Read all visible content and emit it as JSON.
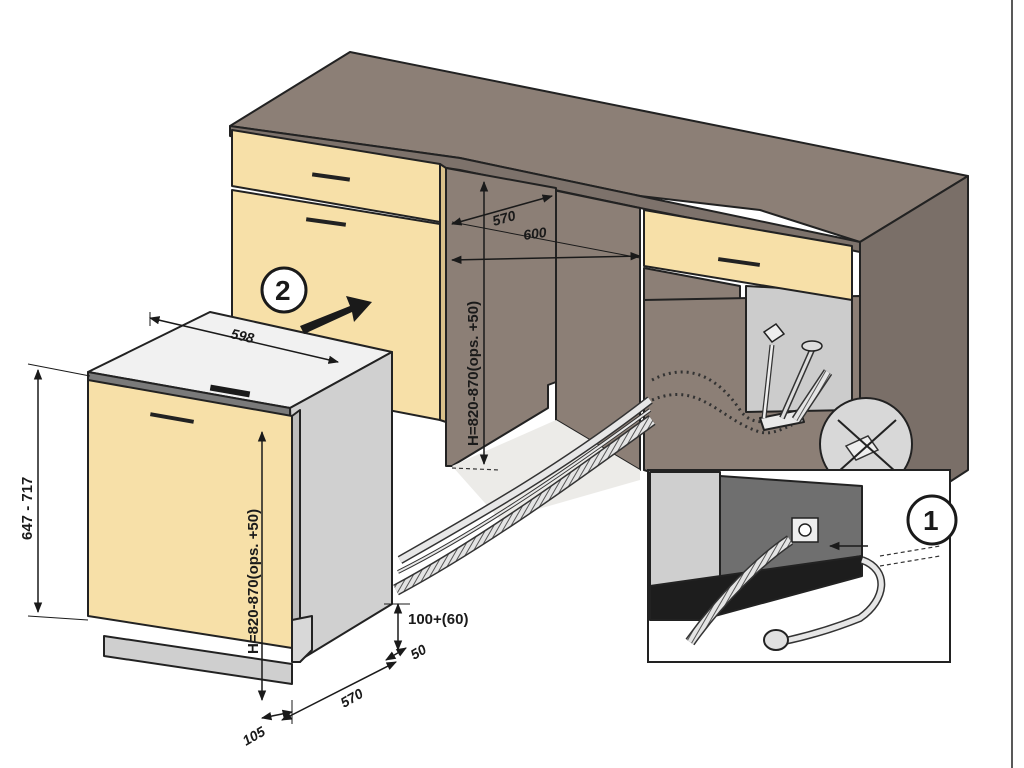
{
  "labels": {
    "top_width": "598",
    "appliance_height": "647 - 717",
    "niche_height_front": "H=820-870(ops. +50)",
    "niche_height_side": "H=820-870(ops. +50)",
    "niche_depth_570": "570",
    "niche_depth_600": "600",
    "bottom_depth": "570",
    "plinth_height": "100+(60)",
    "plinth_gap": "50",
    "plinth_depth": "105"
  },
  "steps": {
    "step_1": "1",
    "step_2": "2"
  },
  "colors": {
    "cabinet": "#8c7f76",
    "cabinet_dark": "#6f645c",
    "front_panel": "#f7e0a8",
    "appliance_side": "#cfcfcf",
    "appliance_top": "#f1f1f1",
    "floor": "#e8e6e3"
  }
}
